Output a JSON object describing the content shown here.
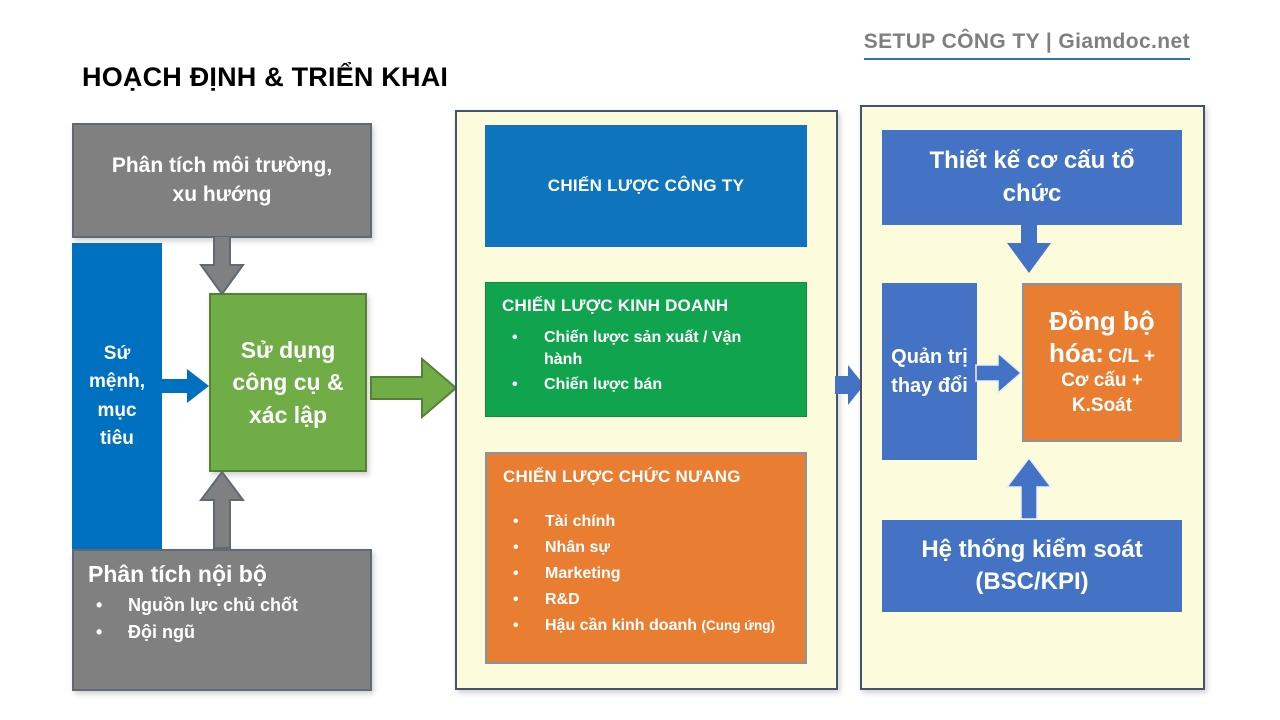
{
  "header": {
    "brand": "SETUP CÔNG TY | Giamdoc.net"
  },
  "title": "HOẠCH ĐỊNH & TRIỂN KHAI",
  "left": {
    "env_box": "Phân tích môi trường, xu hướng",
    "mission_box": "Sứ mệnh, mục tiêu",
    "tools_box": "Sử dụng công cụ & xác lập",
    "internal": {
      "title": "Phân tích nội bộ",
      "items": [
        "Nguồn lực chủ chốt",
        "Đội ngũ"
      ]
    }
  },
  "middle": {
    "company": {
      "title": "CHIẾN LƯỢC CÔNG TY"
    },
    "business": {
      "title": "CHIẾN LƯỢC KINH DOANH",
      "items": [
        "Chiến lược sản xuất / Vận hành",
        "Chiến lược bán"
      ]
    },
    "functional": {
      "title": "CHIẾN LƯỢC CHỨC NƯANG",
      "items": [
        "Tài chính",
        "Nhân sự",
        "Marketing",
        "R&D",
        "Hậu cần kinh doanh"
      ],
      "last_item_suffix": "(Cung ứng)"
    }
  },
  "right": {
    "design_box": "Thiết kế cơ cấu tổ chức",
    "change_box": "Quản trị thay đổi",
    "sync_lead": "Đồng bộ hóa:",
    "sync_rest": "C/L + Cơ cấu + K.Soát",
    "control_box": "Hệ thống kiểm soát (BSC/KPI)"
  },
  "colors": {
    "header-text": "#7f7f7f",
    "underline": "#2e75b6",
    "gray": "#808080",
    "gray-border": "#5f6a76",
    "blue": "#0070c0",
    "green": "#70ad47",
    "green-border": "#538135",
    "mid-blue": "#0e74be",
    "mid-green": "#10a44f",
    "mid-green-border": "#0c8c43",
    "orange": "#e97d32",
    "orange-border": "#8a939e",
    "rblue": "#4472c4",
    "panel": "#fcfcdc",
    "panel-border": "#44546a"
  }
}
